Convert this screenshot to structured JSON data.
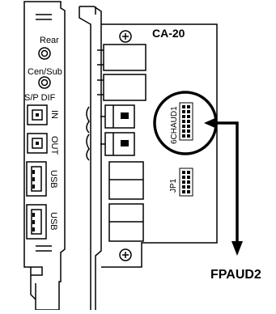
{
  "bracket_labels": {
    "rear": "Rear",
    "cen_sub": "Cen/Sub",
    "spdif": "S/P DIF",
    "in": "IN",
    "out": "OUT",
    "usb_top": "USB",
    "usb_bottom": "USB"
  },
  "board_labels": {
    "model": "CA-20",
    "header_6ch": "6CHAUD1",
    "header_jp1": "JP1"
  },
  "callout": {
    "label": "FPAUD2"
  },
  "colors": {
    "line": "#000000",
    "background": "#ffffff",
    "pin_fill": "#000000"
  },
  "icons": [
    "screw-hole-icon",
    "audio-jack-icon",
    "optical-port-icon",
    "usb-port-icon",
    "arrow-down-icon"
  ]
}
